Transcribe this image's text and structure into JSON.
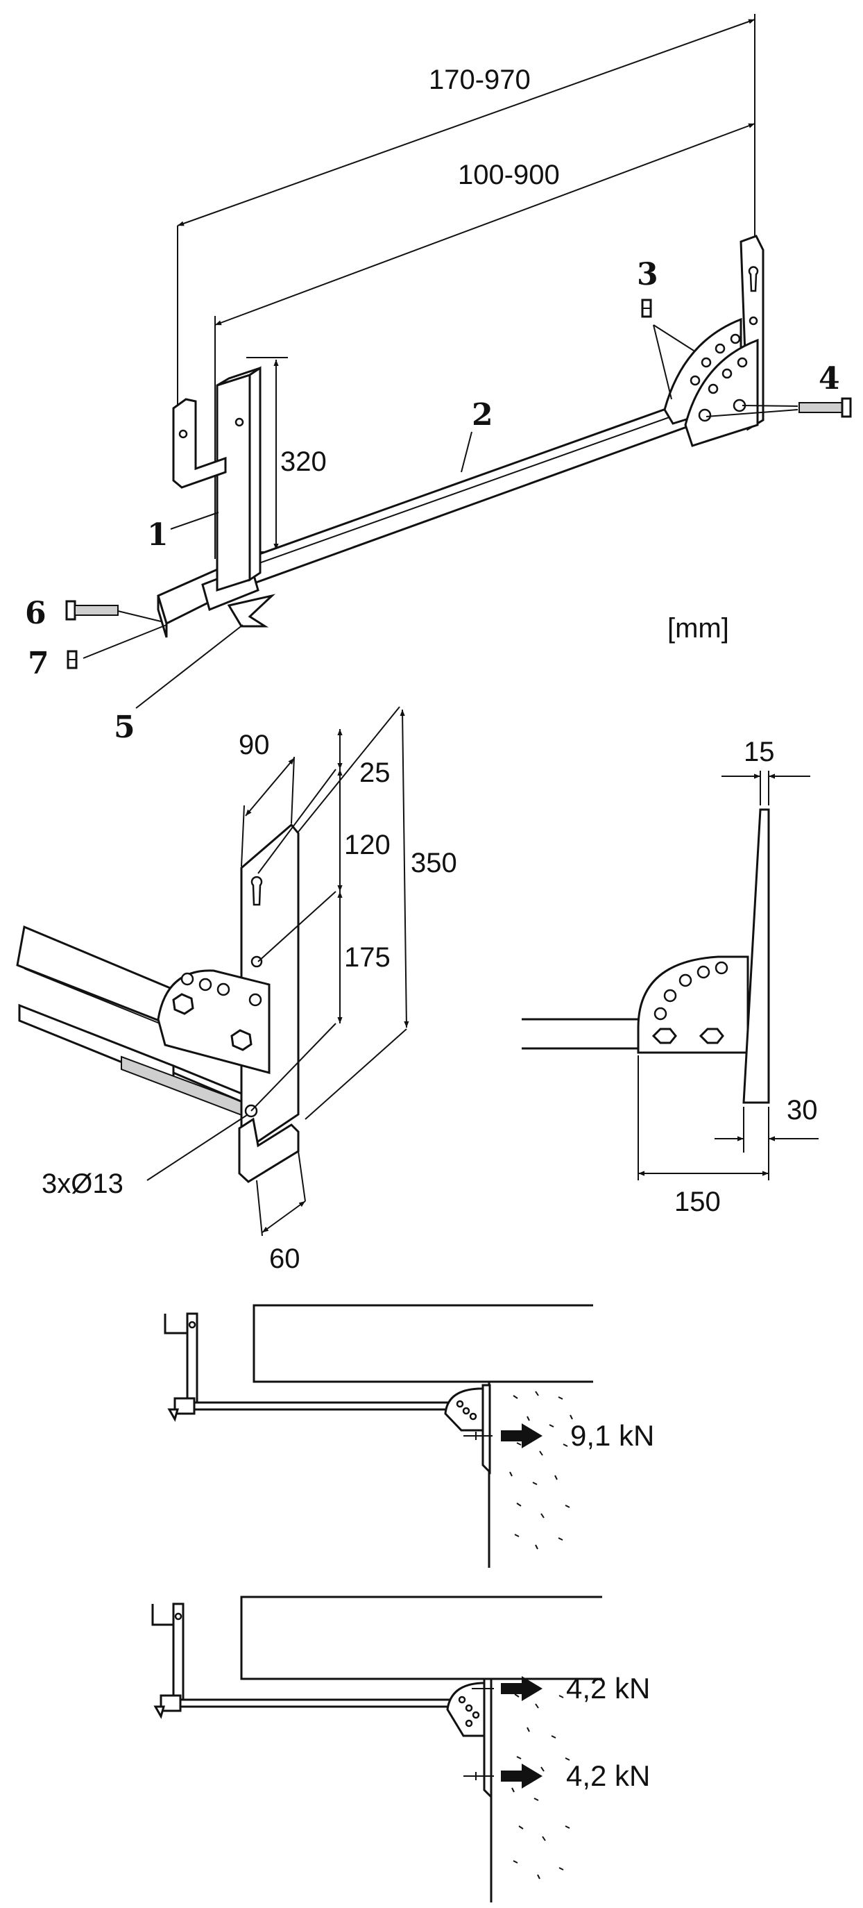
{
  "dimensions": {
    "overall_length": "170-970",
    "inner_length": "100-900",
    "upright_height": "320",
    "unit": "[mm]",
    "bracket_width_top": "90",
    "top_offset": "25",
    "slot_spacing": "120",
    "hole_spacing": "175",
    "bracket_height": "350",
    "holes": "3xØ13",
    "bracket_width_bottom": "60",
    "top_thickness": "15",
    "bottom_thickness": "30",
    "plate_depth": "150"
  },
  "part_numbers": {
    "p1": "1",
    "p2": "2",
    "p3": "3",
    "p4": "4",
    "p5": "5",
    "p6": "6",
    "p7": "7"
  },
  "loads": {
    "single": "9,1 kN",
    "upper": "4,2 kN",
    "lower": "4,2 kN"
  }
}
